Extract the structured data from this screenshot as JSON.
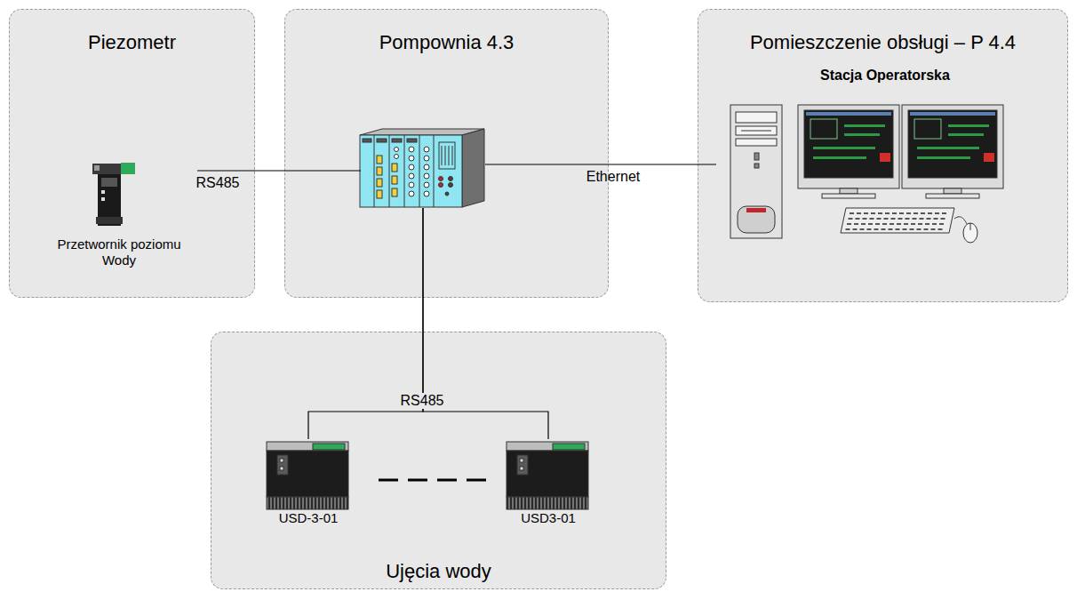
{
  "diagram": {
    "nodes": [
      {
        "text": [
          "Piezometr"
        ]
      },
      {
        "text": [
          "Przetwornik poziomu Wody"
        ],
        "in": 0
      },
      {
        "text": [
          "Pompownia 4.3"
        ]
      },
      {
        "text": [],
        "in": 2
      },
      {
        "text": [
          "Pomieszczenie obsługi – P 4.4"
        ]
      },
      {
        "text": [
          "Stacja Operatorska"
        ],
        "in": 4
      },
      {
        "text": [
          "Ujęcia wody"
        ]
      },
      {
        "text": [
          "USD-3-01"
        ],
        "in": 6
      },
      {
        "text": [
          "USD3-01"
        ],
        "in": 6
      }
    ],
    "edges": [
      {
        "from": 1,
        "to": 3,
        "label": "RS485",
        "arrow": "none"
      },
      {
        "from": 3,
        "to": 5,
        "label": "Ethernet",
        "arrow": "none"
      },
      {
        "from": 3,
        "to": 7,
        "label": "RS485",
        "arrow": "none"
      },
      {
        "from": 3,
        "to": 8,
        "arrow": "none"
      }
    ]
  }
}
